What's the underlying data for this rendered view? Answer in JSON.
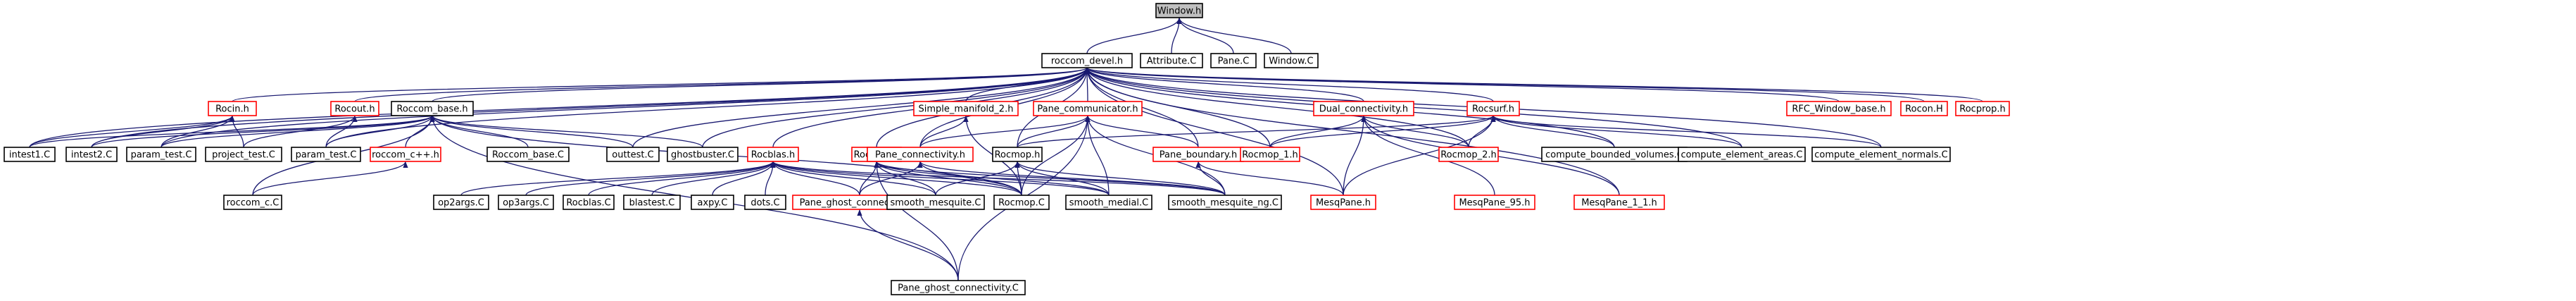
{
  "colors": {
    "edge": "#191970",
    "node_border_default": "#000000",
    "node_border_link": "#ff0000",
    "node_focus_fill": "#bfbfbf",
    "text": "#000000"
  },
  "nodes": [
    {
      "id": "window_h",
      "label": "Window.h",
      "border": "black",
      "focus": true
    },
    {
      "id": "roccom_devel_h",
      "label": "roccom_devel.h",
      "border": "black"
    },
    {
      "id": "attribute_c",
      "label": "Attribute.C",
      "border": "black"
    },
    {
      "id": "pane_c",
      "label": "Pane.C",
      "border": "black"
    },
    {
      "id": "window_c",
      "label": "Window.C",
      "border": "black"
    },
    {
      "id": "rocin_h",
      "label": "Rocin.h",
      "border": "red"
    },
    {
      "id": "rocout_h",
      "label": "Rocout.h",
      "border": "red"
    },
    {
      "id": "roccom_base_h",
      "label": "Roccom_base.h",
      "border": "black"
    },
    {
      "id": "simple_manifold_2_h",
      "label": "Simple_manifold_2.h",
      "border": "red"
    },
    {
      "id": "pane_communicator_h",
      "label": "Pane_communicator.h",
      "border": "red"
    },
    {
      "id": "dual_connectivity_h",
      "label": "Dual_connectivity.h",
      "border": "red"
    },
    {
      "id": "rocsurf_h",
      "label": "Rocsurf.h",
      "border": "red"
    },
    {
      "id": "rfc_window_base_h",
      "label": "RFC_Window_base.h",
      "border": "red"
    },
    {
      "id": "rocon_h",
      "label": "Rocon.H",
      "border": "red"
    },
    {
      "id": "rocprop_h",
      "label": "Rocprop.h",
      "border": "red"
    },
    {
      "id": "intest1_c",
      "label": "intest1.C",
      "border": "black"
    },
    {
      "id": "intest2_c",
      "label": "intest2.C",
      "border": "black"
    },
    {
      "id": "param_test_c_1",
      "label": "param_test.C",
      "border": "black"
    },
    {
      "id": "project_test_c",
      "label": "project_test.C",
      "border": "black"
    },
    {
      "id": "param_test_c_2",
      "label": "param_test.C",
      "border": "black"
    },
    {
      "id": "roccom_cpp_h",
      "label": "roccom_c++.h",
      "border": "red"
    },
    {
      "id": "roccom_base_c",
      "label": "Roccom_base.C",
      "border": "black"
    },
    {
      "id": "outtest_c",
      "label": "outtest.C",
      "border": "black"
    },
    {
      "id": "ghostbuster_c",
      "label": "ghostbuster.C",
      "border": "black"
    },
    {
      "id": "rocblas_h",
      "label": "Rocblas.h",
      "border": "red"
    },
    {
      "id": "rocmap_h",
      "label": "Rocmap.h",
      "border": "red"
    },
    {
      "id": "pane_connectivity_h",
      "label": "Pane_connectivity.h",
      "border": "red"
    },
    {
      "id": "rocmop_h",
      "label": "Rocmop.h",
      "border": "black"
    },
    {
      "id": "pane_boundary_h",
      "label": "Pane_boundary.h",
      "border": "red"
    },
    {
      "id": "rocmop_1_h",
      "label": "Rocmop_1.h",
      "border": "red"
    },
    {
      "id": "rocmop_2_h",
      "label": "Rocmop_2.h",
      "border": "red"
    },
    {
      "id": "compute_bounded_volumes_c",
      "label": "compute_bounded_volumes.C",
      "border": "black"
    },
    {
      "id": "compute_element_areas_c",
      "label": "compute_element_areas.C",
      "border": "black"
    },
    {
      "id": "compute_element_normals_c",
      "label": "compute_element_normals.C",
      "border": "black"
    },
    {
      "id": "roccom_c_c",
      "label": "roccom_c.C",
      "border": "black"
    },
    {
      "id": "op2args_c",
      "label": "op2args.C",
      "border": "black"
    },
    {
      "id": "op3args_c",
      "label": "op3args.C",
      "border": "black"
    },
    {
      "id": "rocblas_c",
      "label": "Rocblas.C",
      "border": "black"
    },
    {
      "id": "blastest_c",
      "label": "blastest.C",
      "border": "black"
    },
    {
      "id": "axpy_c",
      "label": "axpy.C",
      "border": "black"
    },
    {
      "id": "dots_c",
      "label": "dots.C",
      "border": "black"
    },
    {
      "id": "pane_ghost_connectivity_h",
      "label": "Pane_ghost_connectivity.h",
      "border": "red"
    },
    {
      "id": "smooth_mesquite_c",
      "label": "smooth_mesquite.C",
      "border": "black"
    },
    {
      "id": "rocmop_c",
      "label": "Rocmop.C",
      "border": "black"
    },
    {
      "id": "smooth_medial_c",
      "label": "smooth_medial.C",
      "border": "black"
    },
    {
      "id": "smooth_mesquite_ng_c",
      "label": "smooth_mesquite_ng.C",
      "border": "black"
    },
    {
      "id": "mesqpane_h",
      "label": "MesqPane.h",
      "border": "red"
    },
    {
      "id": "mesqpane_95_h",
      "label": "MesqPane_95.h",
      "border": "red"
    },
    {
      "id": "mesqpane_1_1_h",
      "label": "MesqPane_1_1.h",
      "border": "red"
    },
    {
      "id": "pane_ghost_connectivity_c",
      "label": "Pane_ghost_connectivity.C",
      "border": "black"
    }
  ],
  "edges": [
    [
      "window_h",
      "roccom_devel_h"
    ],
    [
      "window_h",
      "attribute_c"
    ],
    [
      "window_h",
      "pane_c"
    ],
    [
      "window_h",
      "window_c"
    ],
    [
      "roccom_devel_h",
      "rocin_h"
    ],
    [
      "roccom_devel_h",
      "rocout_h"
    ],
    [
      "roccom_devel_h",
      "roccom_base_h"
    ],
    [
      "roccom_devel_h",
      "simple_manifold_2_h"
    ],
    [
      "roccom_devel_h",
      "pane_communicator_h"
    ],
    [
      "roccom_devel_h",
      "dual_connectivity_h"
    ],
    [
      "roccom_devel_h",
      "rocsurf_h"
    ],
    [
      "roccom_devel_h",
      "rfc_window_base_h"
    ],
    [
      "roccom_devel_h",
      "rocon_h"
    ],
    [
      "roccom_devel_h",
      "rocprop_h"
    ],
    [
      "roccom_devel_h",
      "intest1_c"
    ],
    [
      "roccom_devel_h",
      "intest2_c"
    ],
    [
      "roccom_devel_h",
      "param_test_c_1"
    ],
    [
      "roccom_devel_h",
      "param_test_c_2"
    ],
    [
      "roccom_devel_h",
      "outtest_c"
    ],
    [
      "roccom_devel_h",
      "ghostbuster_c"
    ],
    [
      "roccom_devel_h",
      "rocblas_h"
    ],
    [
      "roccom_devel_h",
      "rocmap_h"
    ],
    [
      "roccom_devel_h",
      "pane_connectivity_h"
    ],
    [
      "roccom_devel_h",
      "rocmop_h"
    ],
    [
      "roccom_devel_h",
      "pane_boundary_h"
    ],
    [
      "roccom_devel_h",
      "rocmop_1_h"
    ],
    [
      "roccom_devel_h",
      "rocmop_2_h"
    ],
    [
      "roccom_devel_h",
      "compute_bounded_volumes_c"
    ],
    [
      "roccom_devel_h",
      "compute_element_areas_c"
    ],
    [
      "roccom_devel_h",
      "compute_element_normals_c"
    ],
    [
      "roccom_devel_h",
      "mesqpane_h"
    ],
    [
      "roccom_devel_h",
      "mesqpane_1_1_h"
    ],
    [
      "rocin_h",
      "intest1_c"
    ],
    [
      "rocin_h",
      "intest2_c"
    ],
    [
      "rocin_h",
      "param_test_c_1"
    ],
    [
      "rocin_h",
      "project_test_c"
    ],
    [
      "rocout_h",
      "param_test_c_2"
    ],
    [
      "rocout_h",
      "project_test_c"
    ],
    [
      "roccom_base_h",
      "intest1_c"
    ],
    [
      "roccom_base_h",
      "intest2_c"
    ],
    [
      "roccom_base_h",
      "param_test_c_1"
    ],
    [
      "roccom_base_h",
      "param_test_c_2"
    ],
    [
      "roccom_base_h",
      "roccom_cpp_h"
    ],
    [
      "roccom_base_h",
      "roccom_base_c"
    ],
    [
      "roccom_base_h",
      "outtest_c"
    ],
    [
      "roccom_base_h",
      "ghostbuster_c"
    ],
    [
      "roccom_base_h",
      "roccom_c_c"
    ],
    [
      "roccom_base_h",
      "rocmop_c"
    ],
    [
      "roccom_base_h",
      "pane_ghost_connectivity_c"
    ],
    [
      "roccom_cpp_h",
      "roccom_c_c"
    ],
    [
      "simple_manifold_2_h",
      "pane_connectivity_h"
    ],
    [
      "simple_manifold_2_h",
      "rocmop_c"
    ],
    [
      "pane_communicator_h",
      "pane_connectivity_h"
    ],
    [
      "pane_communicator_h",
      "rocmop_h"
    ],
    [
      "pane_communicator_h",
      "pane_boundary_h"
    ],
    [
      "pane_communicator_h",
      "rocmop_c"
    ],
    [
      "pane_communicator_h",
      "smooth_medial_c"
    ],
    [
      "pane_communicator_h",
      "smooth_mesquite_ng_c"
    ],
    [
      "pane_communicator_h",
      "pane_ghost_connectivity_c"
    ],
    [
      "dual_connectivity_h",
      "rocmop_1_h"
    ],
    [
      "dual_connectivity_h",
      "rocmop_2_h"
    ],
    [
      "dual_connectivity_h",
      "mesqpane_h"
    ],
    [
      "dual_connectivity_h",
      "mesqpane_95_h"
    ],
    [
      "dual_connectivity_h",
      "mesqpane_1_1_h"
    ],
    [
      "rocsurf_h",
      "rocmop_h"
    ],
    [
      "rocsurf_h",
      "rocmop_1_h"
    ],
    [
      "rocsurf_h",
      "rocmop_2_h"
    ],
    [
      "rocsurf_h",
      "compute_bounded_volumes_c"
    ],
    [
      "rocsurf_h",
      "compute_element_areas_c"
    ],
    [
      "rocsurf_h",
      "compute_element_normals_c"
    ],
    [
      "rocsurf_h",
      "mesqpane_h"
    ],
    [
      "rocblas_h",
      "op2args_c"
    ],
    [
      "rocblas_h",
      "op3args_c"
    ],
    [
      "rocblas_h",
      "rocblas_c"
    ],
    [
      "rocblas_h",
      "blastest_c"
    ],
    [
      "rocblas_h",
      "axpy_c"
    ],
    [
      "rocblas_h",
      "dots_c"
    ],
    [
      "rocblas_h",
      "pane_ghost_connectivity_h"
    ],
    [
      "rocblas_h",
      "smooth_mesquite_c"
    ],
    [
      "rocblas_h",
      "rocmop_c"
    ],
    [
      "rocblas_h",
      "smooth_medial_c"
    ],
    [
      "rocblas_h",
      "smooth_mesquite_ng_c"
    ],
    [
      "rocmap_h",
      "pane_ghost_connectivity_h"
    ],
    [
      "rocmap_h",
      "smooth_mesquite_c"
    ],
    [
      "rocmap_h",
      "rocmop_c"
    ],
    [
      "rocmap_h",
      "smooth_medial_c"
    ],
    [
      "rocmap_h",
      "smooth_mesquite_ng_c"
    ],
    [
      "rocmap_h",
      "pane_ghost_connectivity_c"
    ],
    [
      "pane_connectivity_h",
      "pane_ghost_connectivity_h"
    ],
    [
      "pane_connectivity_h",
      "rocmop_c"
    ],
    [
      "pane_connectivity_h",
      "smooth_mesquite_ng_c"
    ],
    [
      "rocmop_h",
      "smooth_mesquite_c"
    ],
    [
      "rocmop_h",
      "rocmop_c"
    ],
    [
      "rocmop_h",
      "smooth_medial_c"
    ],
    [
      "rocmop_h",
      "smooth_mesquite_ng_c"
    ],
    [
      "pane_boundary_h",
      "smooth_mesquite_ng_c"
    ],
    [
      "pane_boundary_h",
      "mesqpane_h"
    ],
    [
      "pane_ghost_connectivity_h",
      "pane_ghost_connectivity_c"
    ]
  ]
}
